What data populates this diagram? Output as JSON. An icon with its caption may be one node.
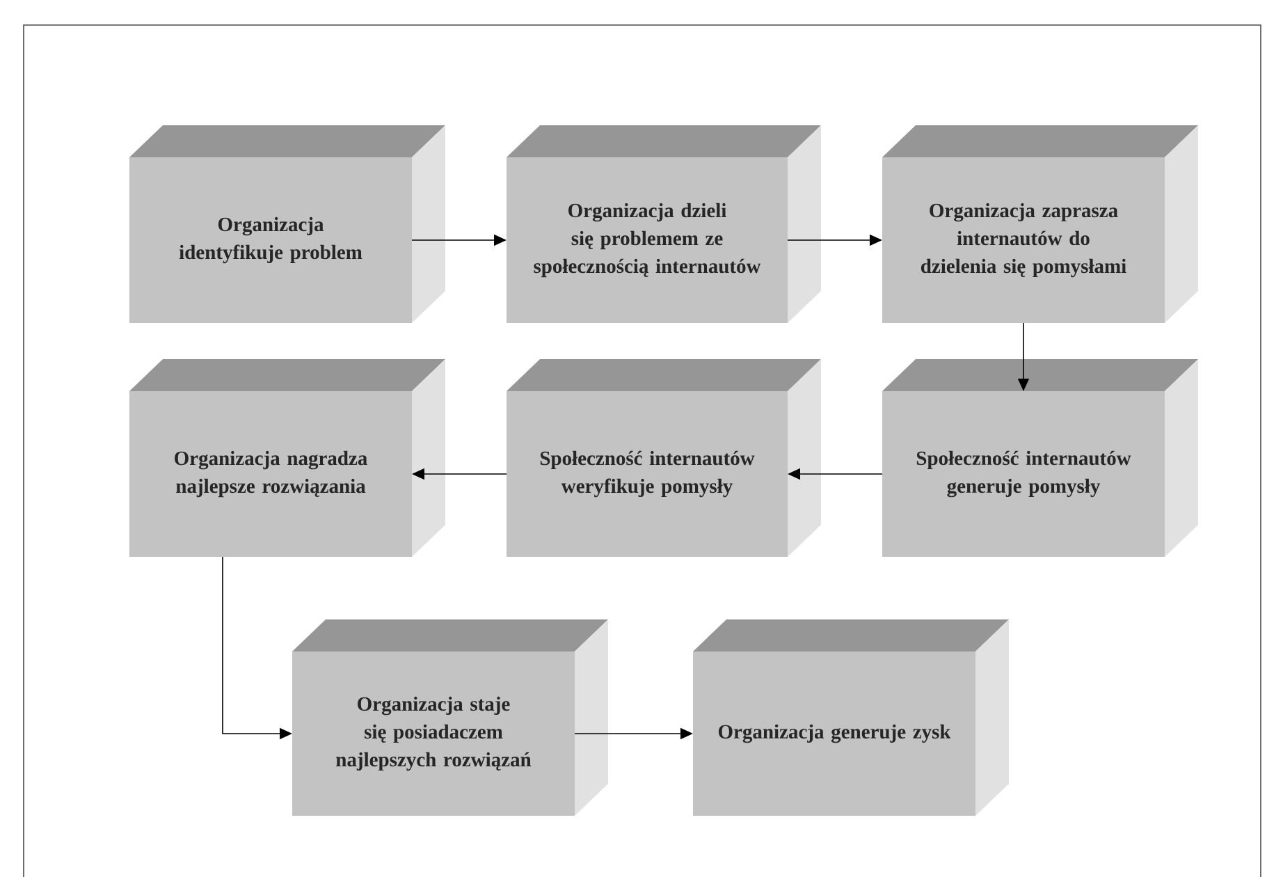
{
  "diagram": {
    "nodes": [
      {
        "text": [
          "Organizacja identyfikuje problem"
        ]
      },
      {
        "text": [
          "Organizacja dzieli się problemem ze społecznością internautów"
        ]
      },
      {
        "text": [
          "Organizacja zaprasza internautów do dzielenia się pomysłami"
        ]
      },
      {
        "text": [
          "Organizacja nagradza najlepsze rozwiązania"
        ]
      },
      {
        "text": [
          "Społeczność internautów weryfikuje pomysły"
        ]
      },
      {
        "text": [
          "Społeczność internautów generuje pomysły"
        ]
      },
      {
        "text": [
          "Organizacja staje się posiadaczem najlepszych rozwiązań"
        ]
      },
      {
        "text": [
          "Organizacja generuje zysk"
        ]
      }
    ],
    "edges": [
      {
        "from": 0,
        "to": 1,
        "arrow": "to"
      },
      {
        "from": 1,
        "to": 2,
        "arrow": "to"
      },
      {
        "from": 2,
        "to": 5,
        "arrow": "to"
      },
      {
        "from": 5,
        "to": 4,
        "arrow": "to"
      },
      {
        "from": 4,
        "to": 3,
        "arrow": "to"
      },
      {
        "from": 3,
        "to": 6,
        "arrow": "to"
      },
      {
        "from": 6,
        "to": 7,
        "arrow": "to"
      }
    ]
  }
}
